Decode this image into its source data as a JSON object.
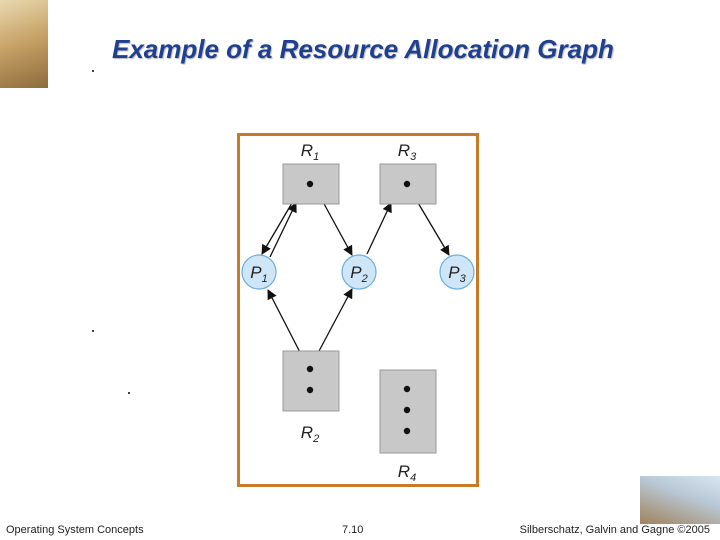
{
  "title": "Example of a Resource Allocation Graph",
  "graph": {
    "processes": [
      {
        "id": "P1",
        "letter": "P",
        "sub": "1"
      },
      {
        "id": "P2",
        "letter": "P",
        "sub": "2"
      },
      {
        "id": "P3",
        "letter": "P",
        "sub": "3"
      }
    ],
    "resources": [
      {
        "id": "R1",
        "letter": "R",
        "sub": "1",
        "instances": 1
      },
      {
        "id": "R2",
        "letter": "R",
        "sub": "2",
        "instances": 2
      },
      {
        "id": "R3",
        "letter": "R",
        "sub": "3",
        "instances": 1
      },
      {
        "id": "R4",
        "letter": "R",
        "sub": "4",
        "instances": 3
      }
    ],
    "edges": [
      {
        "from": "R1",
        "to": "P1",
        "type": "assignment"
      },
      {
        "from": "P1",
        "to": "R1",
        "type": "request"
      },
      {
        "from": "R1",
        "to": "P2",
        "type": "assignment"
      },
      {
        "from": "R2",
        "to": "P1",
        "type": "assignment"
      },
      {
        "from": "R2",
        "to": "P2",
        "type": "assignment"
      },
      {
        "from": "P2",
        "to": "R3",
        "type": "request"
      },
      {
        "from": "R3",
        "to": "P3",
        "type": "assignment"
      }
    ],
    "colors": {
      "frame": "#c87a28",
      "resource_fill": "#c8c8c8",
      "process_fill": "#cfe6f8",
      "process_stroke": "#6aaee0"
    }
  },
  "footer": {
    "left": "Operating System Concepts",
    "center": "7.10",
    "right": "Silberschatz, Galvin and Gagne ©2005"
  }
}
